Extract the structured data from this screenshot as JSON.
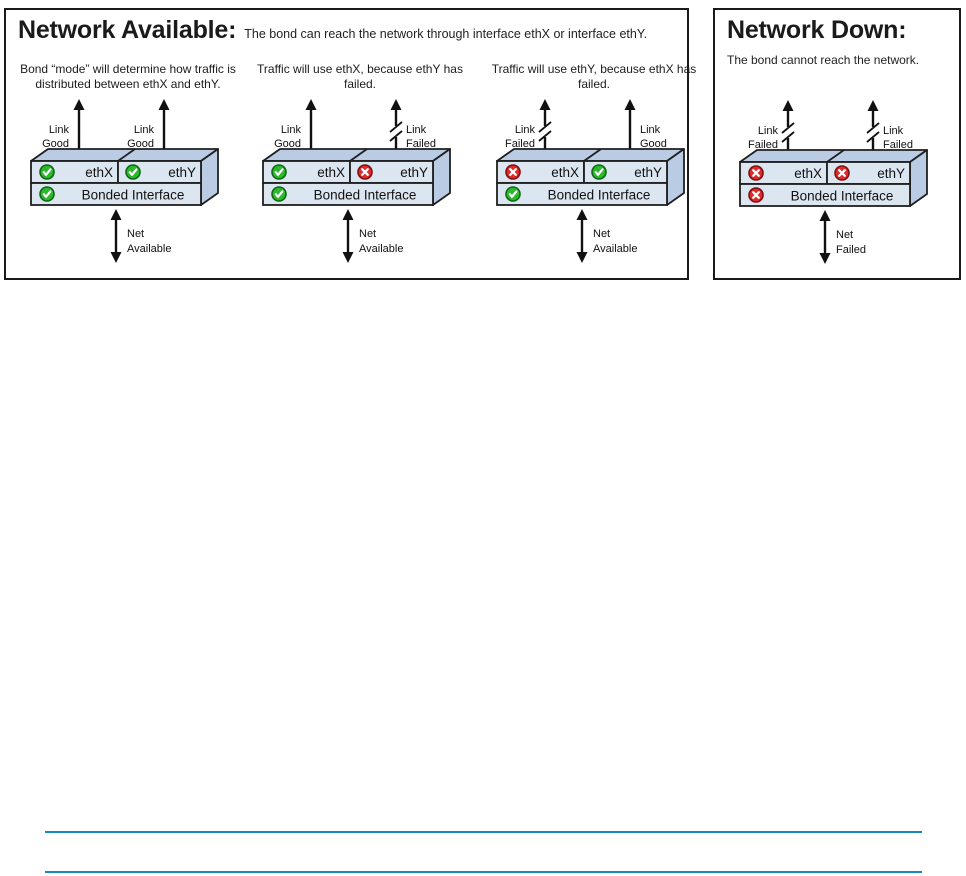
{
  "panel_available": {
    "title": "Network Available:",
    "subtitle": "The bond can reach the network through interface ethX or interface ethY."
  },
  "panel_down": {
    "title": "Network Down:",
    "subtitle": "The bond cannot reach the network."
  },
  "scenarios": [
    {
      "name": "bond-mode-both-links-good",
      "description": "Bond “mode” will determine how traffic is distributed between ethX and ethY.",
      "left_link": {
        "line1": "Link",
        "line2": "Good",
        "state": "good"
      },
      "right_link": {
        "line1": "Link",
        "line2": "Good",
        "state": "good"
      },
      "eth_x": {
        "label": "ethX",
        "status": "ok"
      },
      "eth_y": {
        "label": "ethY",
        "status": "ok"
      },
      "bond": {
        "label": "Bonded Interface",
        "status": "ok"
      },
      "net": {
        "line1": "Net",
        "line2": "Available",
        "state": "available"
      }
    },
    {
      "name": "ethy-failed-traffic-uses-ethx",
      "description": "Traffic will use ethX, because ethY has failed.",
      "left_link": {
        "line1": "Link",
        "line2": "Good",
        "state": "good"
      },
      "right_link": {
        "line1": "Link",
        "line2": "Failed",
        "state": "failed"
      },
      "eth_x": {
        "label": "ethX",
        "status": "ok"
      },
      "eth_y": {
        "label": "ethY",
        "status": "fail"
      },
      "bond": {
        "label": "Bonded Interface",
        "status": "ok"
      },
      "net": {
        "line1": "Net",
        "line2": "Available",
        "state": "available"
      }
    },
    {
      "name": "ethx-failed-traffic-uses-ethy",
      "description": "Traffic will use ethY, because ethX has failed.",
      "left_link": {
        "line1": "Link",
        "line2": "Failed",
        "state": "failed"
      },
      "right_link": {
        "line1": "Link",
        "line2": "Good",
        "state": "good"
      },
      "eth_x": {
        "label": "ethX",
        "status": "fail"
      },
      "eth_y": {
        "label": "ethY",
        "status": "ok"
      },
      "bond": {
        "label": "Bonded Interface",
        "status": "ok"
      },
      "net": {
        "line1": "Net",
        "line2": "Available",
        "state": "available"
      }
    },
    {
      "name": "network-down-both-links-failed",
      "description": "",
      "left_link": {
        "line1": "Link",
        "line2": "Failed",
        "state": "failed"
      },
      "right_link": {
        "line1": "Link",
        "line2": "Failed",
        "state": "failed"
      },
      "eth_x": {
        "label": "ethX",
        "status": "fail"
      },
      "eth_y": {
        "label": "ethY",
        "status": "fail"
      },
      "bond": {
        "label": "Bonded Interface",
        "status": "fail"
      },
      "net": {
        "line1": "Net",
        "line2": "Failed",
        "state": "failed"
      }
    }
  ],
  "colors": {
    "status_ok": "#2eb82e",
    "status_fail": "#e02b2b",
    "box_front_face": "#dce6f1",
    "box_side_face": "#b9cce4",
    "bottom_rule_blue": "#1688c5",
    "border_black": "#1a1a1a"
  }
}
